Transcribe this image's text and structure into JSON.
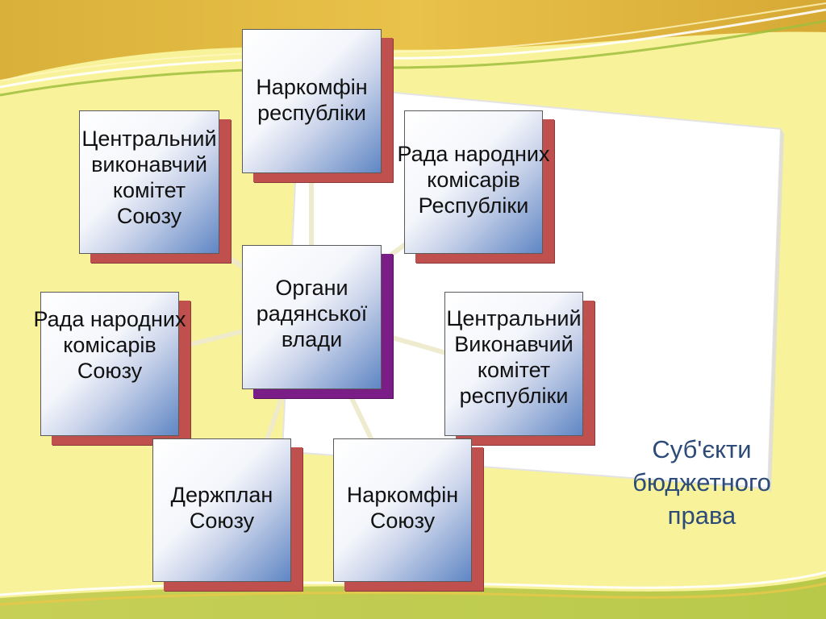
{
  "diagram": {
    "center": {
      "label": "Органи\nрадянської\nвлади"
    },
    "nodes": [
      {
        "id": "narkomfin-republic",
        "label": "Наркомфін\nреспубліки"
      },
      {
        "id": "rada-narodnykh-komisariv-respubliky",
        "label": "Рада народних\nкомісарів\nРеспубліки"
      },
      {
        "id": "tsentralnyi-vykonavchyi-komitet-respubliky",
        "label": "Центральний\nВиконавчий\nкомітет\nреспубліки"
      },
      {
        "id": "narkomfin-soiuzu",
        "label": "Наркомфін\nСоюзу"
      },
      {
        "id": "derzhplan-soiuzu",
        "label": "Держплан\nСоюзу"
      },
      {
        "id": "rada-narodnykh-komisariv-soiuzu",
        "label": "Рада народних\nкомісарів\nСоюзу"
      },
      {
        "id": "tsentralnyi-vykonavchyi-komitet-soiuzu",
        "label": "Центральний\nвиконавчий\nкомітет\nСоюзу"
      }
    ]
  },
  "side_title": "Суб'єкти\nбюджетного\nправа",
  "colors": {
    "background": "#f8f29a",
    "box_shadow": "#c0504d",
    "center_shadow": "#7b1d86",
    "box_gradient_end": "#5f86c4",
    "title_text": "#2c4b78"
  }
}
